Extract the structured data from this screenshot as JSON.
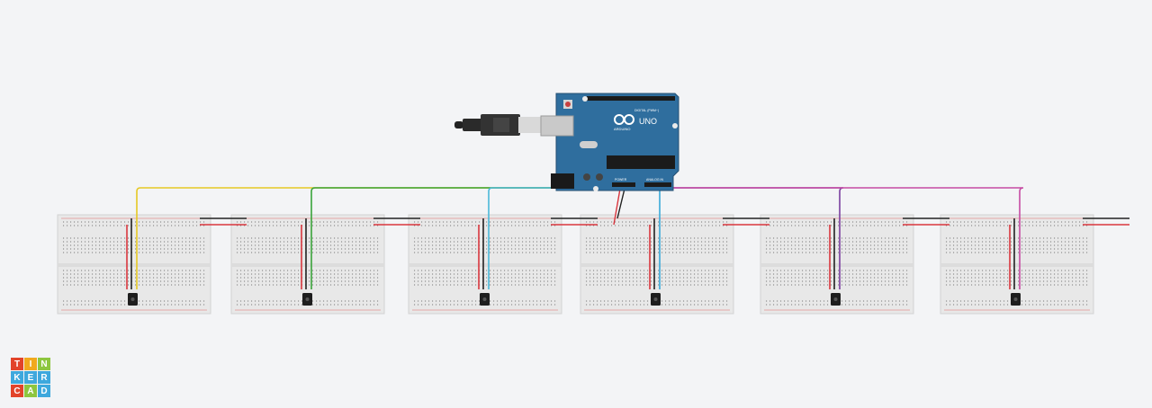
{
  "app": {
    "brand_letters": [
      "T",
      "I",
      "N",
      "K",
      "E",
      "R",
      "C",
      "A",
      "D"
    ],
    "brand_colors": [
      "#e2432a",
      "#f1a91e",
      "#8dc63f",
      "#3ea8dd",
      "#3ea8dd",
      "#3ea8dd",
      "#e2432a",
      "#8dc63f",
      "#3ea8dd"
    ]
  },
  "arduino": {
    "label_uno": "UNO",
    "label_brand": "ARDUINO",
    "label_digital": "DIGITAL (PWM~)",
    "label_power": "POWER",
    "label_analog": "ANALOG IN",
    "board_color": "#2f6e9e"
  },
  "breadboards": [
    {
      "name": "breadboard-1",
      "wire_color": "#e6c823"
    },
    {
      "name": "breadboard-2",
      "wire_color": "#3aa33a"
    },
    {
      "name": "breadboard-3",
      "wire_color": "#4ab8d9"
    },
    {
      "name": "breadboard-4",
      "wire_color": "#3aa9d9"
    },
    {
      "name": "breadboard-5",
      "wire_color": "#7b3fa0"
    },
    {
      "name": "breadboard-6",
      "wire_color": "#c64ba3"
    }
  ],
  "colors": {
    "power_red": "#d9363e",
    "ground_black": "#222222"
  }
}
